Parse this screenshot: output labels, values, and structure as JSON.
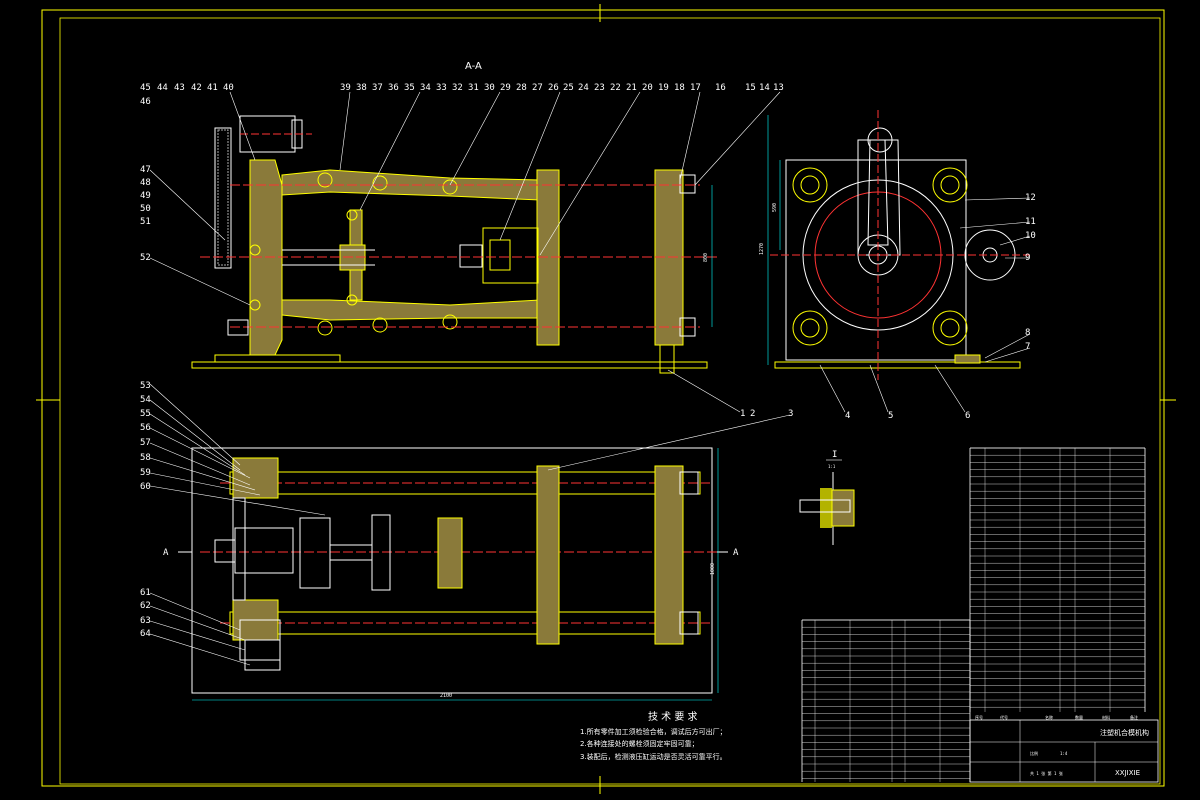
{
  "section_title": "A-A",
  "section_marker": "A",
  "detail_marker": "I",
  "detail_scale": "1:1",
  "callouts_top_left": [
    "45",
    "44",
    "43",
    "42",
    "41",
    "40"
  ],
  "callouts_top_right": [
    "39",
    "38",
    "37",
    "36",
    "35",
    "34",
    "33",
    "32",
    "31",
    "30",
    "29",
    "28",
    "27",
    "26",
    "25",
    "24",
    "23",
    "22",
    "21",
    "20",
    "19",
    "18",
    "17",
    "16",
    "15",
    "14",
    "13"
  ],
  "callouts_left_side": [
    "46",
    "47",
    "48",
    "49",
    "50",
    "51",
    "52"
  ],
  "callouts_plan": [
    "53",
    "54",
    "55",
    "56",
    "57",
    "58",
    "59",
    "60"
  ],
  "callouts_plan_lower": [
    "61",
    "62",
    "63",
    "64"
  ],
  "callouts_bottom": [
    "1",
    "2",
    "3"
  ],
  "callouts_end_view": [
    "12",
    "11",
    "10",
    "9",
    "8",
    "7",
    "4",
    "5",
    "6"
  ],
  "dim_height": "800",
  "dim_length": "2100",
  "dim_width": "1000",
  "dim_end_height": "1270",
  "dim_end_side": "590",
  "tech_title": "技 术 要 求",
  "tech_notes": [
    "1.所有零件加工须检验合格，调试后方可出厂；",
    "2.各种连接处的螺栓须固定牢固可靠；",
    "3.装配后，检测液压缸运动是否灵活可靠平行。"
  ],
  "title_block": {
    "drawing_name": "注塑机合模机构",
    "company": "XXJIXIE",
    "scale_label": "比例",
    "scale_value": "1:4",
    "sheet": "共 1 张  第 1 张"
  },
  "bom_headers": [
    "序号",
    "代号",
    "名称",
    "数量",
    "材料",
    "备注"
  ]
}
